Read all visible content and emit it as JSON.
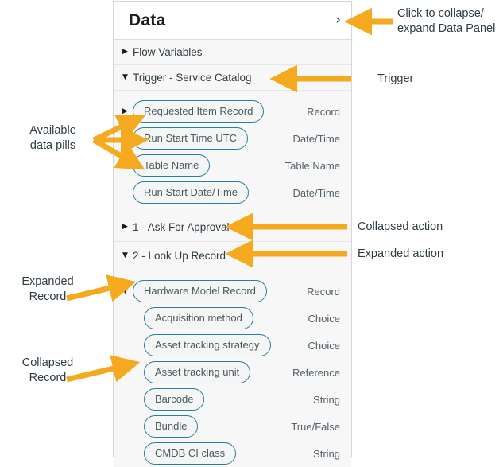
{
  "panel": {
    "title": "Data",
    "collapse_chevron": "›",
    "groups": [
      {
        "label": "Flow Variables",
        "state": "collapsed",
        "caret": "▶"
      },
      {
        "label": "Trigger - Service Catalog",
        "state": "expanded",
        "caret": "▼"
      },
      {
        "label": "1 - Ask For Approval",
        "state": "collapsed",
        "caret": "▶"
      },
      {
        "label": "2 - Look Up Record",
        "state": "expanded",
        "caret": "▼"
      }
    ],
    "trigger_pills": [
      {
        "label": "Requested Item Record",
        "type": "Record",
        "caret": "▶",
        "has_caret": true
      },
      {
        "label": "Run Start Time UTC",
        "type": "Date/Time",
        "caret": "",
        "has_caret": false
      },
      {
        "label": "Table Name",
        "type": "Table Name",
        "caret": "",
        "has_caret": false
      },
      {
        "label": "Run Start Date/Time",
        "type": "Date/Time",
        "caret": "",
        "has_caret": false
      }
    ],
    "lookup_pills": [
      {
        "label": "Hardware Model Record",
        "type": "Record",
        "caret": "▼",
        "has_caret": true,
        "indent": false
      },
      {
        "label": "Acquisition method",
        "type": "Choice",
        "caret": "",
        "has_caret": false,
        "indent": true
      },
      {
        "label": "Asset tracking strategy",
        "type": "Choice",
        "caret": "",
        "has_caret": false,
        "indent": true
      },
      {
        "label": "Asset tracking unit",
        "type": "Reference",
        "caret": "▶",
        "has_caret": true,
        "indent": true
      },
      {
        "label": "Barcode",
        "type": "String",
        "caret": "",
        "has_caret": false,
        "indent": true
      },
      {
        "label": "Bundle",
        "type": "True/False",
        "caret": "",
        "has_caret": false,
        "indent": true
      },
      {
        "label": "CMDB CI class",
        "type": "String",
        "caret": "",
        "has_caret": false,
        "indent": true
      }
    ]
  },
  "annotations": {
    "collapse_expand_line1": "Click to collapse/",
    "collapse_expand_line2": "expand Data Panel",
    "trigger": "Trigger",
    "available_pills_line1": "Available",
    "available_pills_line2": "data pills",
    "collapsed_action": "Collapsed action",
    "expanded_action": "Expanded action",
    "expanded_record_line1": "Expanded",
    "expanded_record_line2": "Record",
    "collapsed_record_line1": "Collapsed",
    "collapsed_record_line2": "Record"
  },
  "colors": {
    "arrow": "#F5A91F",
    "pill_border": "#2b7d9b",
    "panel_bg": "#f7f7f7",
    "text": "#2f3c44"
  }
}
